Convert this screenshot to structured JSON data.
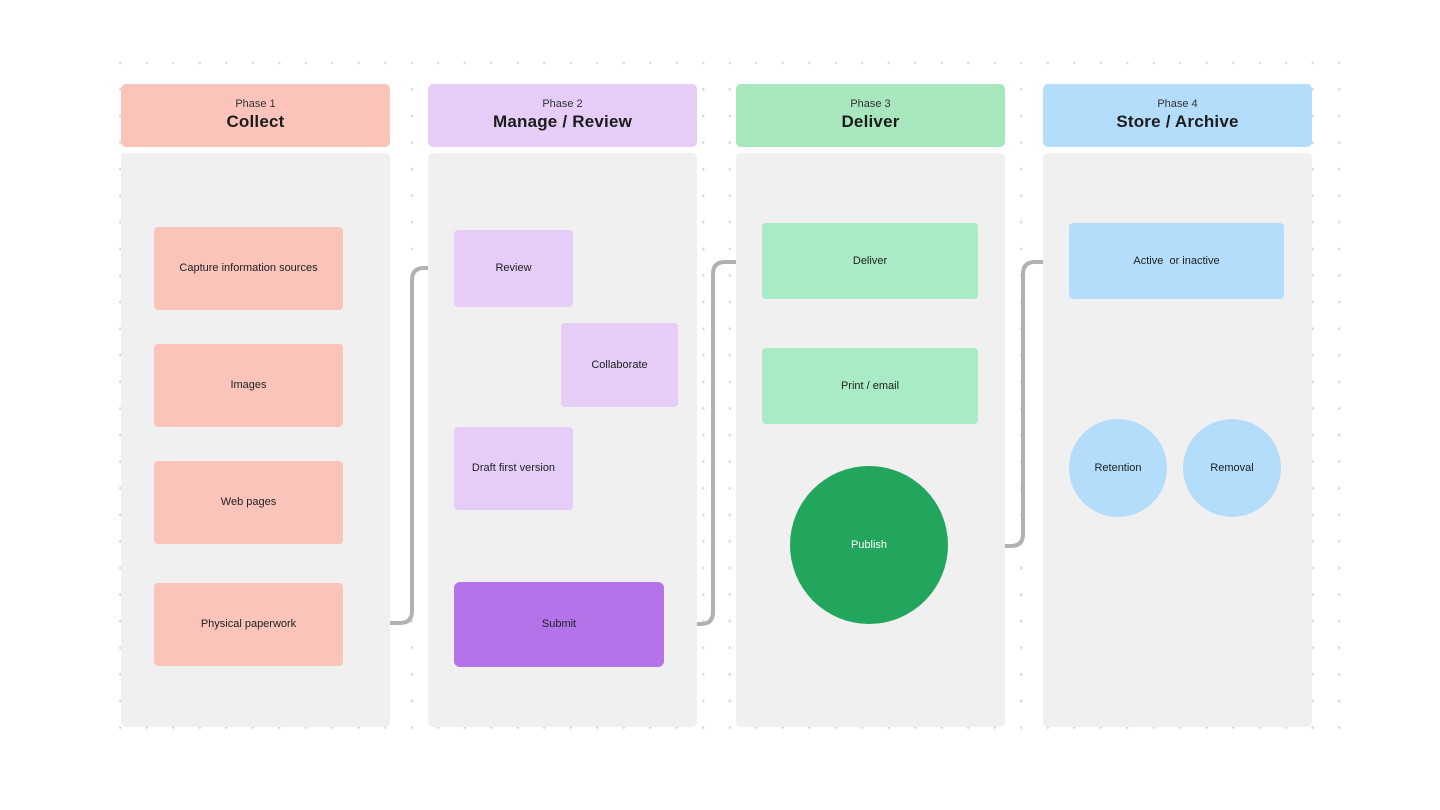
{
  "canvas": {
    "background": "#ffffff",
    "dot_color": "#d9d9d9",
    "connector_color": "#b1b1b1",
    "column_body_color": "#f0f0f0",
    "text_color": "#1e1e1e"
  },
  "phases": [
    {
      "label": "Phase 1",
      "title": "Collect",
      "header_color": "#fac4bb",
      "body_color": "#f0f0f0",
      "nodes": [
        {
          "label": "Capture information sources",
          "shape": "rect",
          "color": "#fac4bb"
        },
        {
          "label": "Images",
          "shape": "rect",
          "color": "#fac4bb"
        },
        {
          "label": "Web pages",
          "shape": "rect",
          "color": "#fac4bb"
        },
        {
          "label": "Physical paperwork",
          "shape": "rect",
          "color": "#fac4bb"
        }
      ]
    },
    {
      "label": "Phase 2",
      "title": "Manage / Review",
      "header_color": "#e5cdf8",
      "body_color": "#f0f0f0",
      "nodes": [
        {
          "label": "Review",
          "shape": "rect",
          "color": "#e5cdf8"
        },
        {
          "label": "Collaborate",
          "shape": "rect",
          "color": "#e5cdf8"
        },
        {
          "label": "Draft first version",
          "shape": "rect",
          "color": "#e5cdf8"
        },
        {
          "label": "Submit",
          "shape": "rect",
          "color": "#b573ea"
        }
      ]
    },
    {
      "label": "Phase 3",
      "title": "Deliver",
      "header_color": "#a8e7be",
      "body_color": "#f0f0f0",
      "nodes": [
        {
          "label": "Deliver",
          "shape": "rect",
          "color": "#a9ebc4"
        },
        {
          "label": "Print / email",
          "shape": "rect",
          "color": "#a9ebc4"
        },
        {
          "label": "Publish",
          "shape": "circle",
          "color": "#22a55d",
          "text_color": "#ffffff"
        }
      ]
    },
    {
      "label": "Phase 4",
      "title": "Store / Archive",
      "header_color": "#b3ddfa",
      "body_color": "#f0f0f0",
      "nodes": [
        {
          "label": "Active  or inactive",
          "shape": "rect",
          "color": "#b3ddfa"
        },
        {
          "label": "Retention",
          "shape": "circle",
          "color": "#b3ddfa"
        },
        {
          "label": "Removal",
          "shape": "circle",
          "color": "#b3ddfa"
        }
      ]
    }
  ]
}
